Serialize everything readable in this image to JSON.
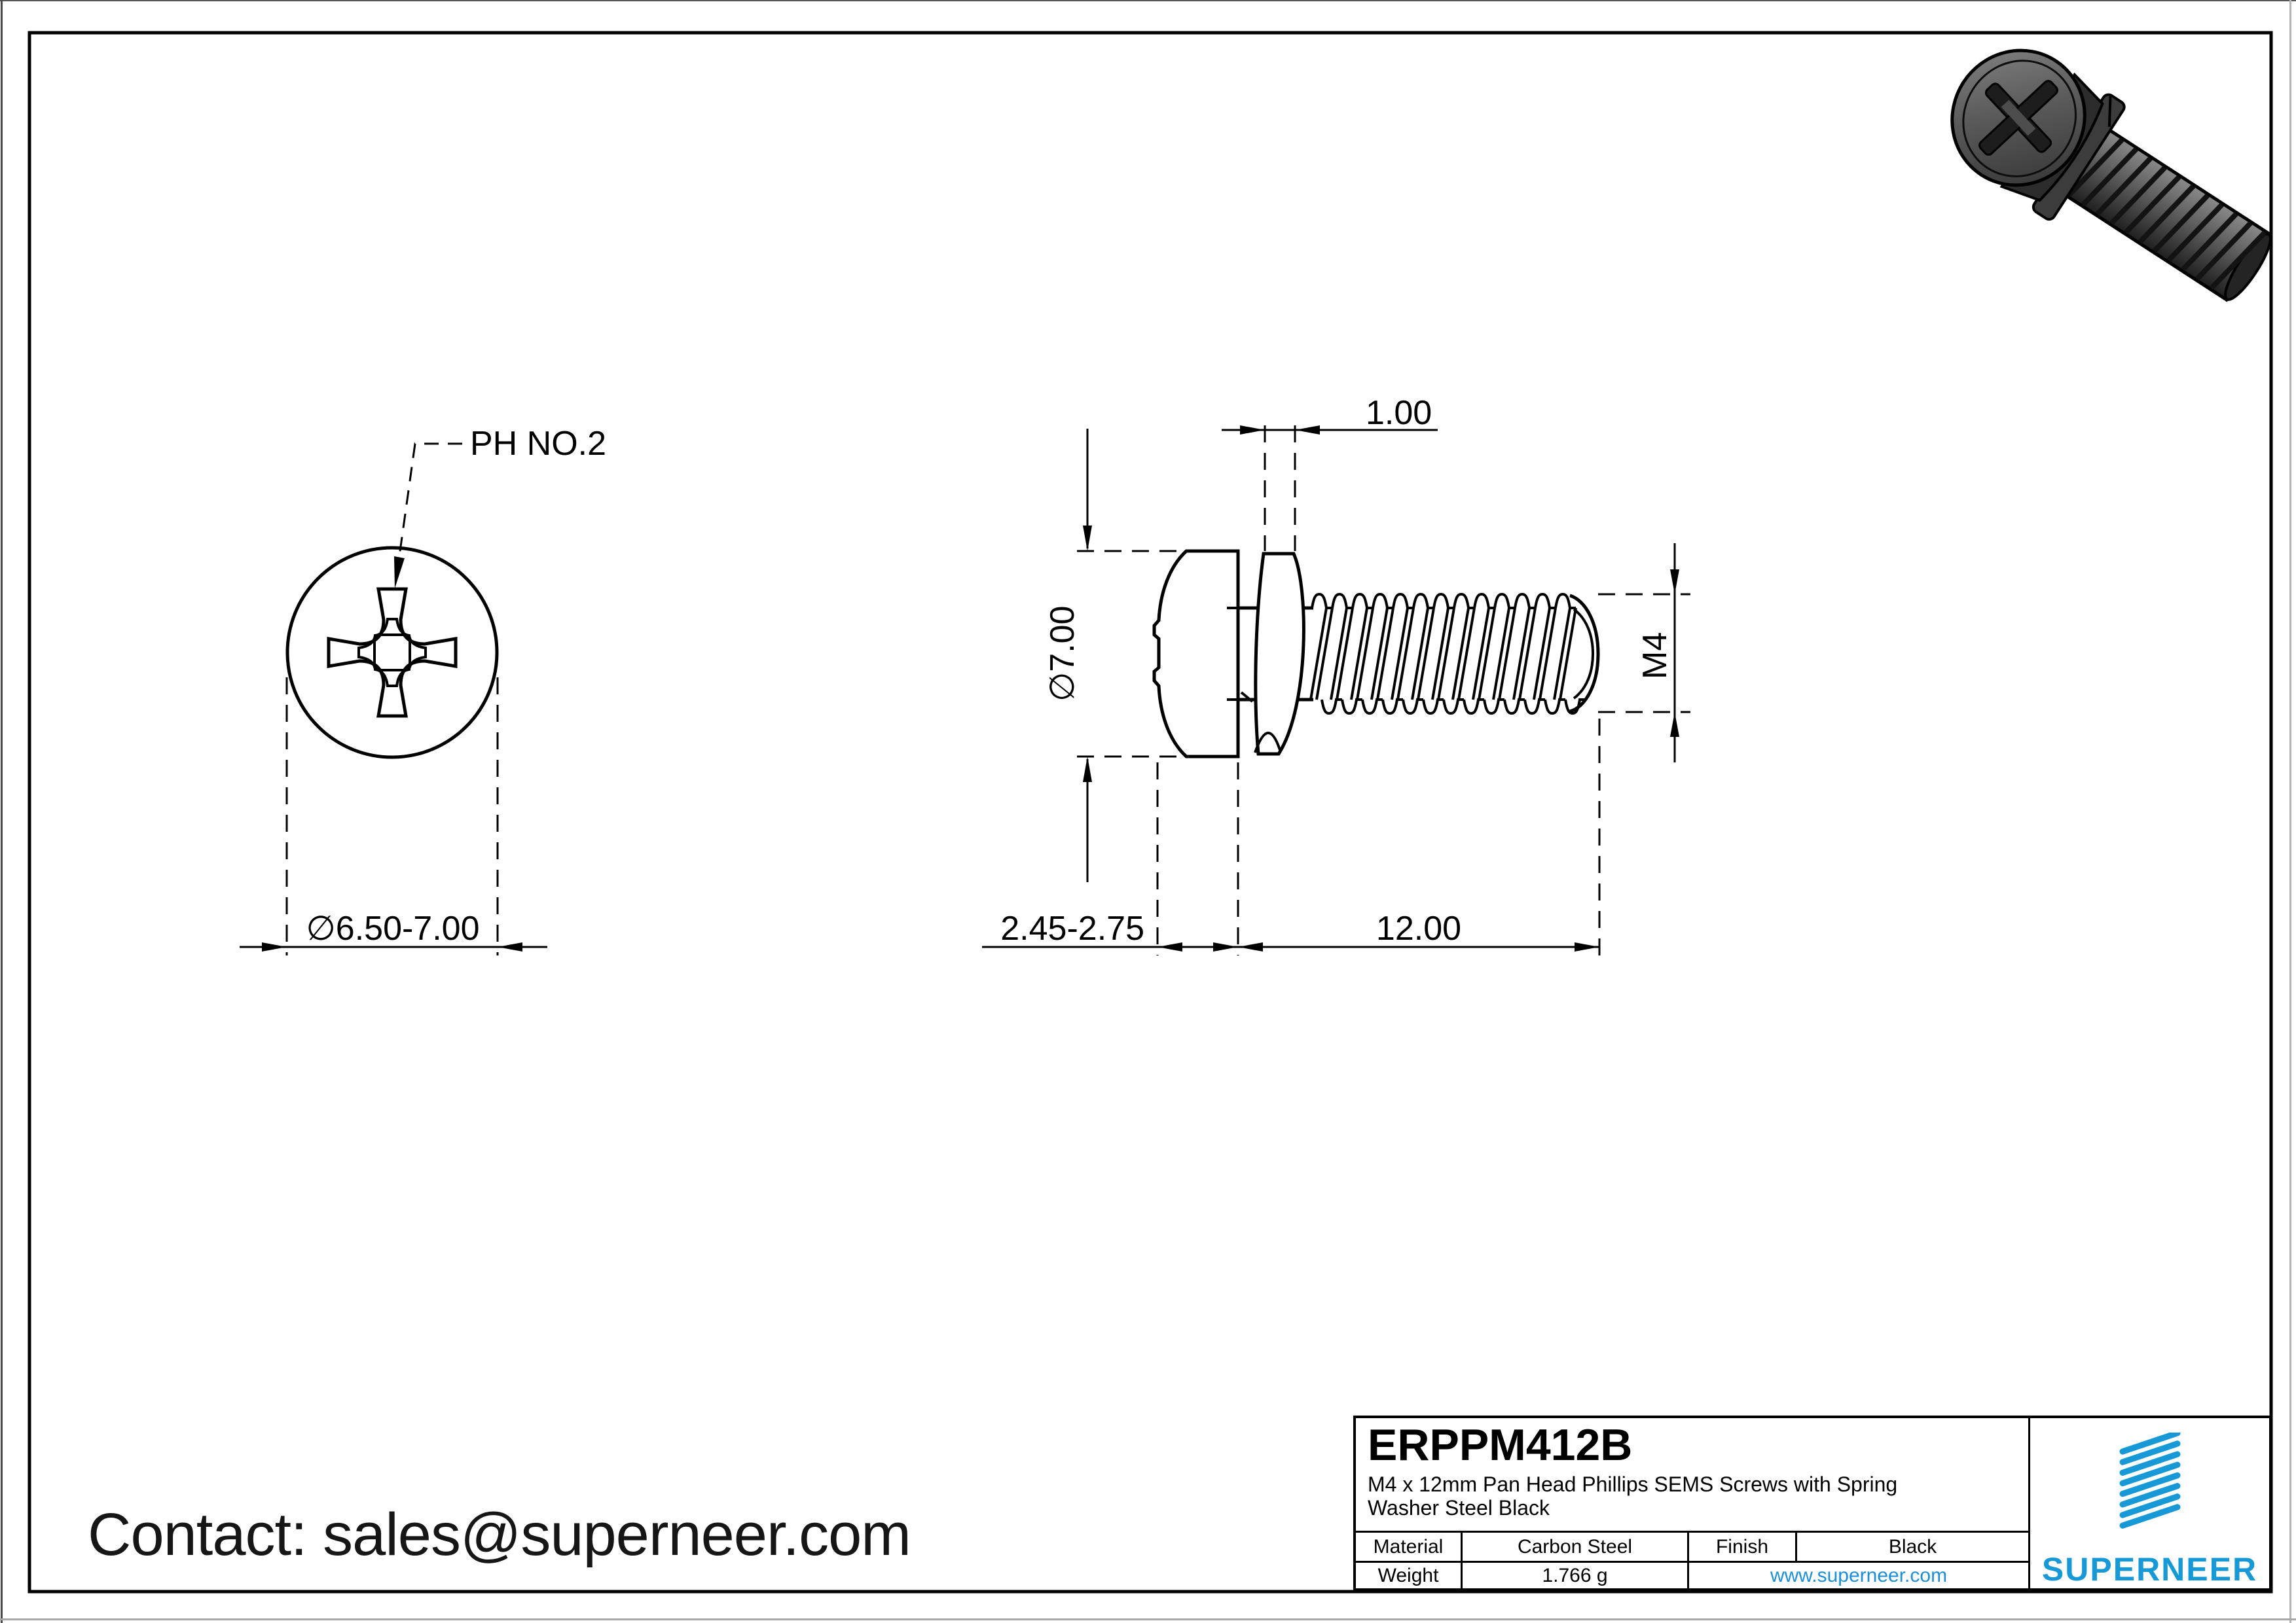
{
  "front_view": {
    "ph_label": "PH NO.2",
    "diameter_label": "∅6.50-7.00"
  },
  "side_view": {
    "washer_thickness": "1.00",
    "head_diameter": "∅7.00",
    "thread_label": "M4",
    "head_height": "2.45-2.75",
    "length": "12.00"
  },
  "contact": {
    "text": "Contact: sales@superneer.com"
  },
  "title_block": {
    "part_number": "ERPPM412B",
    "description_line1": "M4 x 12mm Pan Head Phillips SEMS Screws with Spring",
    "description_line2": "Washer Steel Black",
    "material_label": "Material",
    "material_value": "Carbon Steel",
    "finish_label": "Finish",
    "finish_value": "Black",
    "weight_label": "Weight",
    "weight_value": "1.766 g",
    "website": "www.superneer.com",
    "brand": "SUPERNEER"
  },
  "colors": {
    "accent_blue": "#1799d8",
    "link_blue": "#1c8fd8",
    "line_black": "#000000"
  }
}
